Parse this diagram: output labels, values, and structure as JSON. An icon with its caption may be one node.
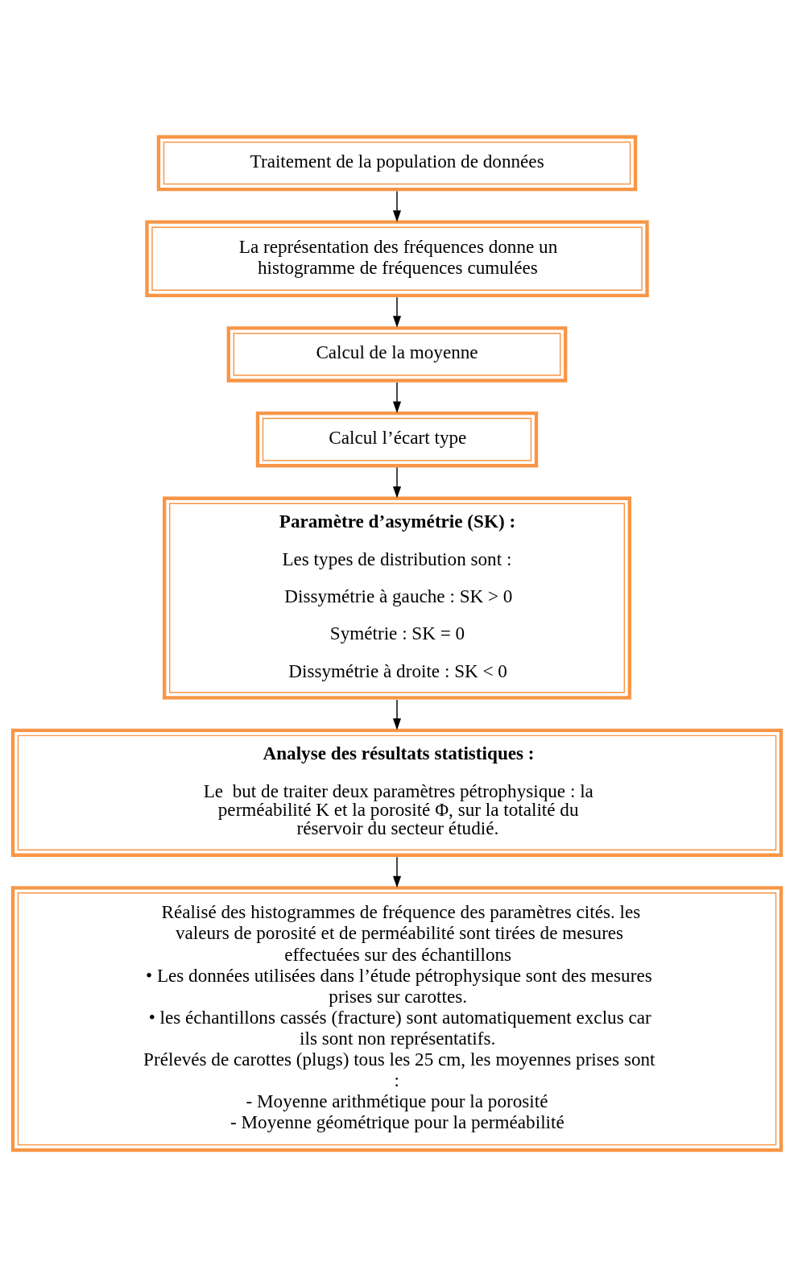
{
  "diagram": {
    "nodes": [
      {
        "text": [
          "Traitement de la population de données"
        ]
      },
      {
        "text": [
          "La représentation des fréquences donne un histogramme de fréquences cumulées"
        ]
      },
      {
        "text": [
          "Calcul de la moyenne"
        ]
      },
      {
        "text": [
          "Calcul l’écart type"
        ]
      },
      {
        "text": [
          "Paramètre d’asymétrie (SK) :",
          "Les types de distribution sont :",
          "Dissymétrie à gauche : SK > 0",
          "Symétrie : SK = 0",
          "Dissymétrie à droite : SK < 0"
        ]
      },
      {
        "text": [
          "Analyse des résultats statistiques :",
          "Le  but de traiter deux paramètres pétrophysique : la perméabilité K et la porosité Φ, sur la totalité du réservoir du secteur étudié."
        ]
      },
      {
        "text": [
          "Réalisé des histogrammes de fréquence des paramètres cités. les valeurs de porosité et de perméabilité sont tirées de mesures effectuées sur des échantillons",
          "• Les données utilisées dans l’étude pétrophysique sont des mesures prises sur carottes.",
          "• les échantillons cassés (fracture) sont automatiquement exclus car ils sont non représentatifs.",
          "Prélevés de carottes (plugs) tous les 25 cm, les moyennes prises sont :",
          "- Moyenne arithmétique pour la porosité",
          "- Moyenne géométrique pour la perméabilité"
        ]
      }
    ],
    "edges": [
      {
        "from": 0,
        "to": 1,
        "arrow": "to"
      },
      {
        "from": 1,
        "to": 2,
        "arrow": "to"
      },
      {
        "from": 2,
        "to": 3,
        "arrow": "to"
      },
      {
        "from": 3,
        "to": 4,
        "arrow": "to"
      },
      {
        "from": 4,
        "to": 5,
        "arrow": "to"
      },
      {
        "from": 5,
        "to": 6,
        "arrow": "to"
      }
    ]
  }
}
